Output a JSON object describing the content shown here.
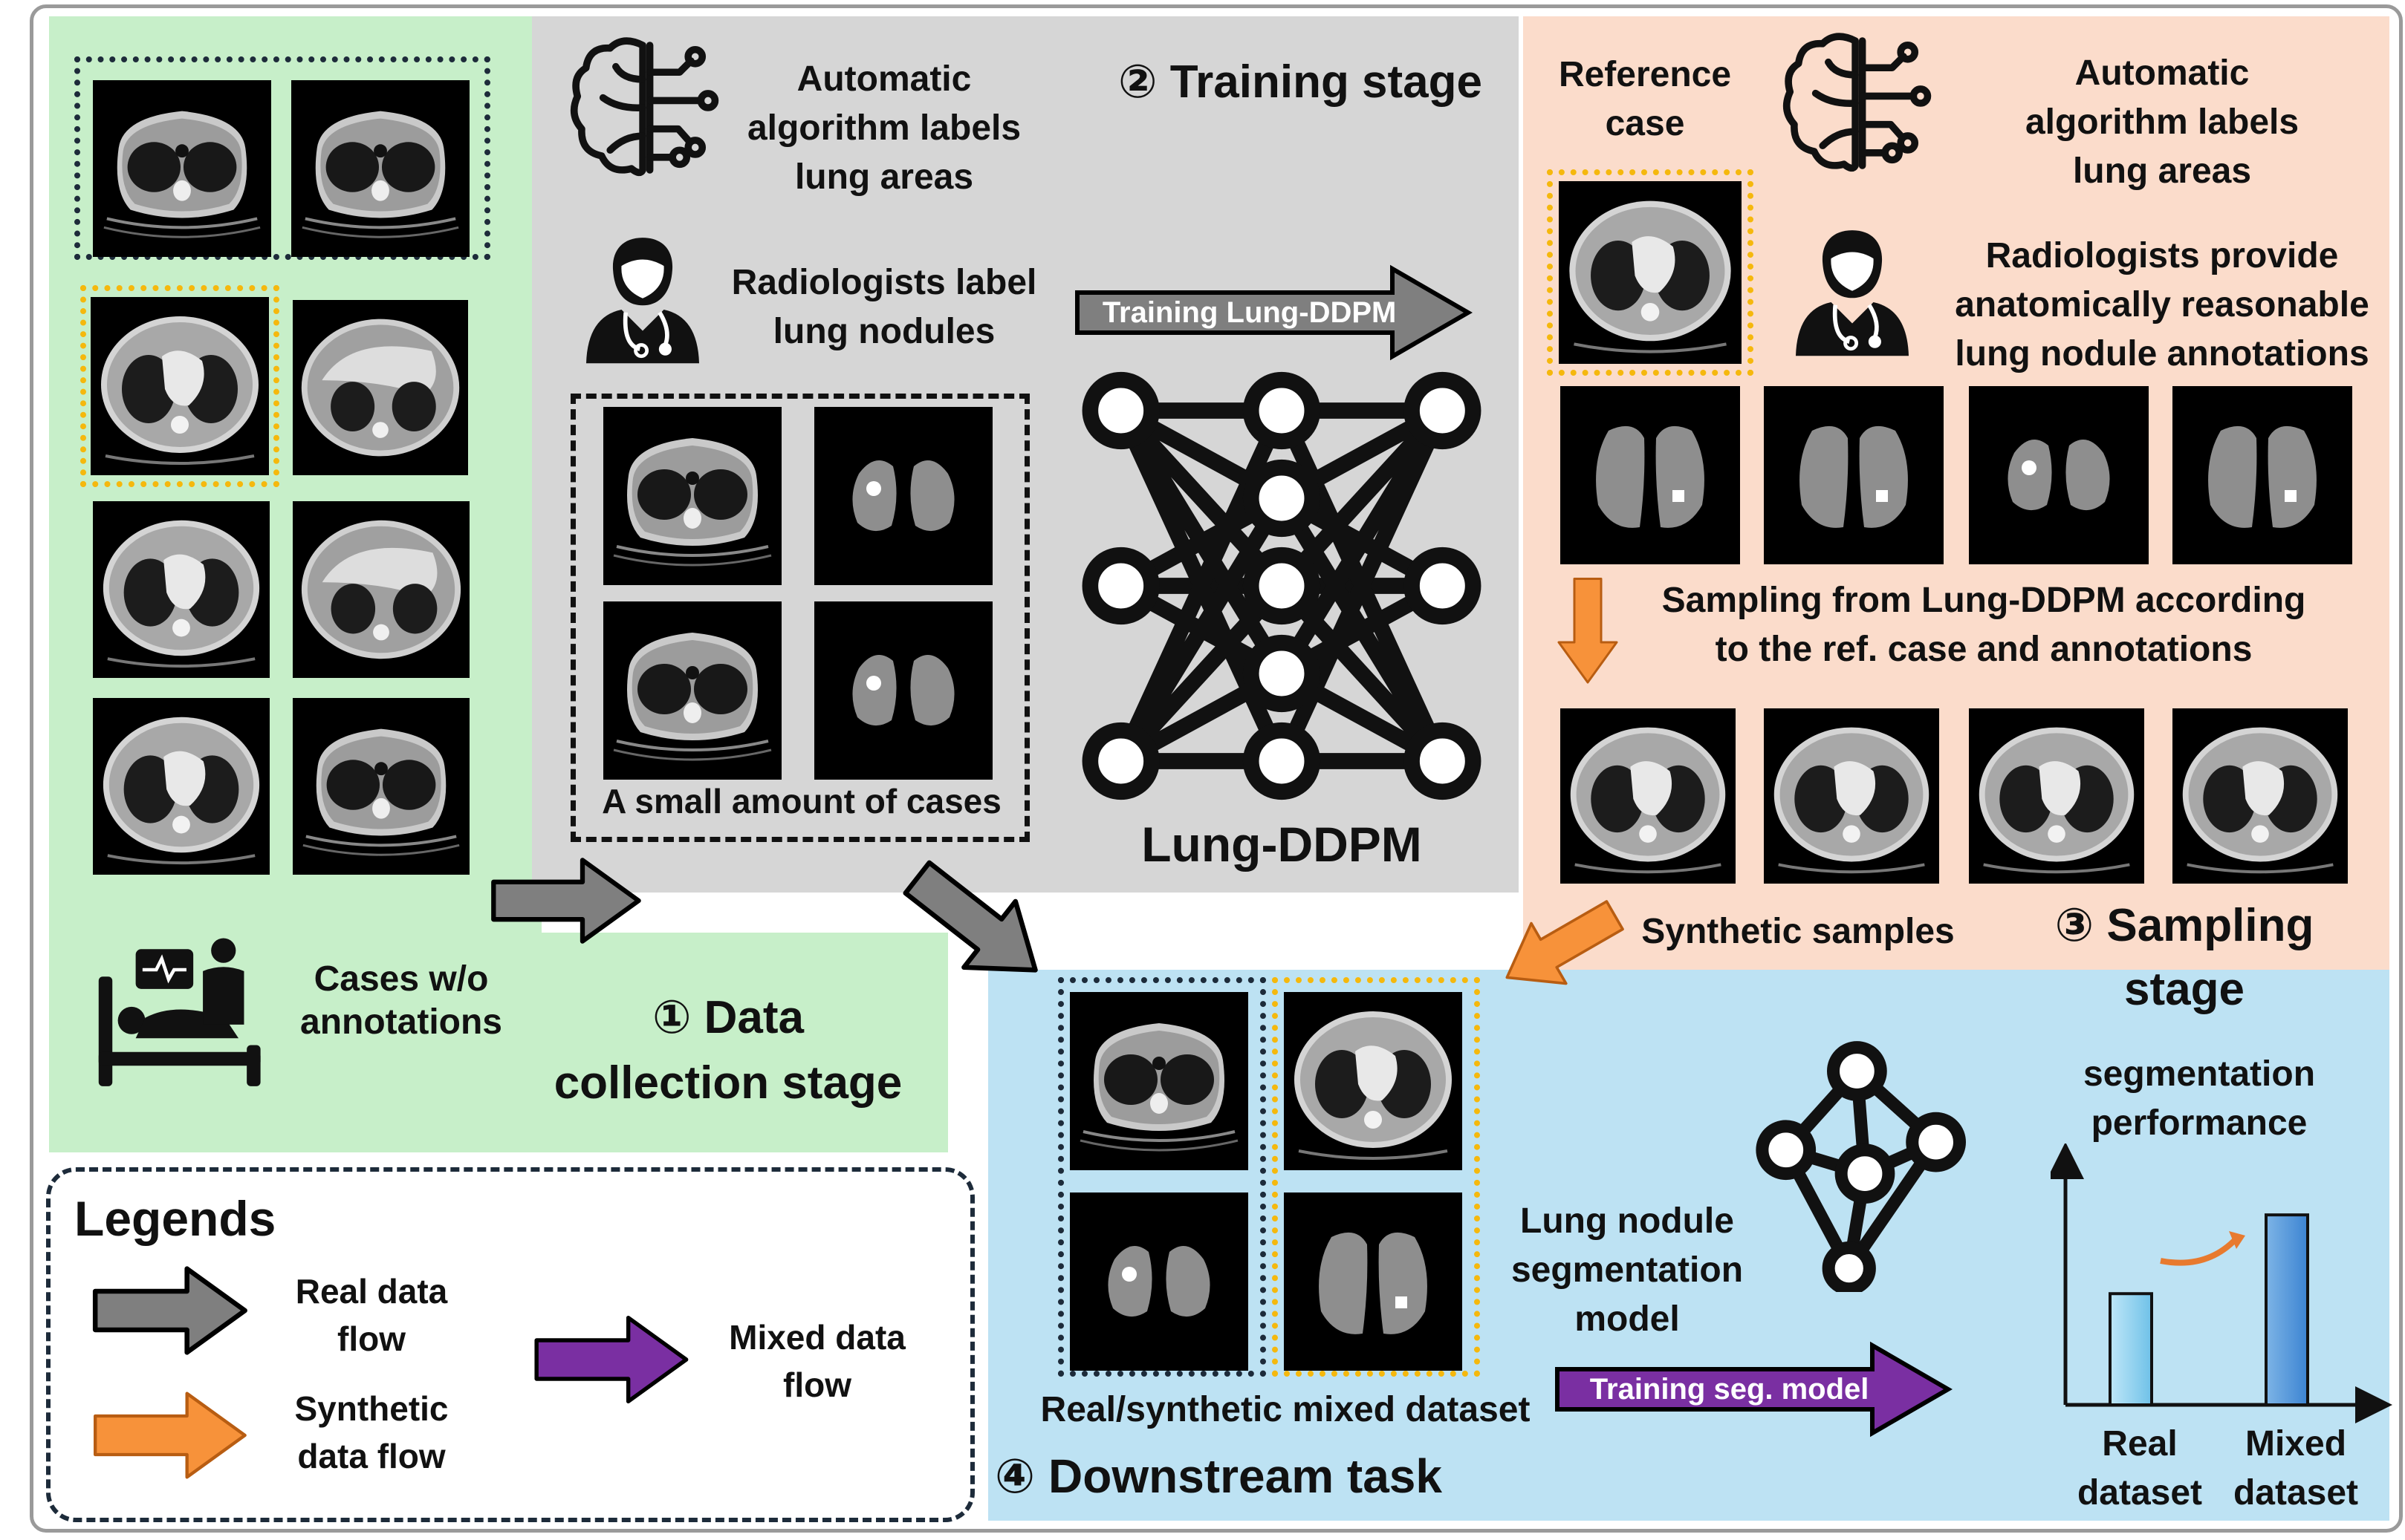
{
  "stages": {
    "data_collection": {
      "caption": "Cases w/o annotations",
      "title_line1": "① Data",
      "title_line2": "collection stage"
    },
    "training": {
      "title": "② Training stage",
      "auto_label": [
        "Automatic",
        "algorithm labels",
        "lung areas"
      ],
      "radiologist_label": [
        "Radiologists label",
        "lung nodules"
      ],
      "small_cases": "A small amount of cases",
      "arrow_label": "Training Lung-DDPM",
      "model_name": "Lung-DDPM"
    },
    "sampling": {
      "reference": [
        "Reference",
        "case"
      ],
      "auto_label": [
        "Automatic",
        "algorithm labels",
        "lung areas"
      ],
      "radiologist_label": [
        "Radiologists provide",
        "anatomically reasonable",
        "lung nodule annotations"
      ],
      "sampling_text": [
        "Sampling from Lung-DDPM according",
        "to the ref. case and annotations"
      ],
      "synthetic_samples": "Synthetic samples",
      "title_line1": "③ Sampling",
      "title_line2": "stage"
    },
    "downstream": {
      "mixed_dataset": "Real/synthetic mixed dataset",
      "title": "④ Downstream task",
      "model_label": [
        "Lung nodule",
        "segmentation",
        "model"
      ],
      "arrow_label": "Training seg. model",
      "perf_title": [
        "segmentation",
        "performance"
      ],
      "bar_real": [
        "Real",
        "dataset"
      ],
      "bar_mixed": [
        "Mixed",
        "dataset"
      ]
    }
  },
  "legend": {
    "title": "Legends",
    "real": [
      "Real data",
      "flow"
    ],
    "synthetic": [
      "Synthetic",
      "data flow"
    ],
    "mixed": [
      "Mixed data",
      "flow"
    ]
  },
  "chart_data": {
    "type": "bar",
    "categories": [
      "Real dataset",
      "Mixed dataset"
    ],
    "values": [
      0.48,
      0.82
    ],
    "title": "segmentation performance",
    "ylim": [
      0,
      1
    ]
  },
  "colors": {
    "green_panel": "#c7efc9",
    "gray_panel": "#d6d6d6",
    "peach_panel": "#fbdccb",
    "blue_panel": "#bde2f3",
    "real_flow": "#7f7f7f",
    "synthetic_flow": "#f7923a",
    "mixed_flow": "#7a2fa2",
    "orange_box": "#f5b80d"
  },
  "icons": [
    "brain-circuit-icon",
    "doctor-icon",
    "patient-bed-icon",
    "neural-network-icon",
    "graph-network-icon",
    "trend-up-arrow-icon"
  ]
}
